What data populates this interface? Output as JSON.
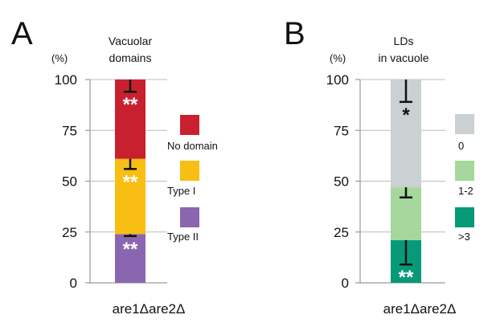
{
  "chart_data": [
    {
      "type": "bar",
      "stacked": true,
      "panel_label": "A",
      "title_lines": [
        "Vacuolar",
        "domains"
      ],
      "unit_label": "(%)",
      "categories": [
        "are1Δare2Δ"
      ],
      "xlabel": "are1Δare2Δ",
      "ylim": [
        0,
        100
      ],
      "yticks": [
        "0",
        "25",
        "50",
        "75",
        "100"
      ],
      "ytick_values": [
        0,
        25,
        50,
        75,
        100
      ],
      "grid": true,
      "series": [
        {
          "name": "Type II",
          "value": 24,
          "color": "#8B66B0",
          "error": 1,
          "significance": "**",
          "sig_color": "#ffffff"
        },
        {
          "name": "Type I",
          "value": 37,
          "color": "#F8BE14",
          "error": 5,
          "significance": "**",
          "sig_color": "#ffffff"
        },
        {
          "name": "No domain",
          "value": 39,
          "color": "#C9202F",
          "error": 6,
          "significance": "**",
          "sig_color": "#ffffff"
        }
      ]
    },
    {
      "type": "bar",
      "stacked": true,
      "panel_label": "B",
      "title_lines": [
        "LDs",
        "in vacuole"
      ],
      "unit_label": "(%)",
      "categories": [
        "are1Δare2Δ"
      ],
      "xlabel": "are1Δare2Δ",
      "ylim": [
        0,
        100
      ],
      "yticks": [
        "0",
        "25",
        "50",
        "75",
        "100"
      ],
      "ytick_values": [
        0,
        25,
        50,
        75,
        100
      ],
      "grid": true,
      "series": [
        {
          "name": ">3",
          "value": 21,
          "color": "#079A79",
          "error": 12,
          "significance": "**",
          "sig_color": "#ffffff"
        },
        {
          "name": "1-2",
          "value": 26,
          "color": "#A6D79C",
          "error": 5,
          "significance": "",
          "sig_color": "#111111"
        },
        {
          "name": "0",
          "value": 53,
          "color": "#CBD0D2",
          "error": 11,
          "significance": "*",
          "sig_color": "#111111"
        }
      ]
    }
  ]
}
